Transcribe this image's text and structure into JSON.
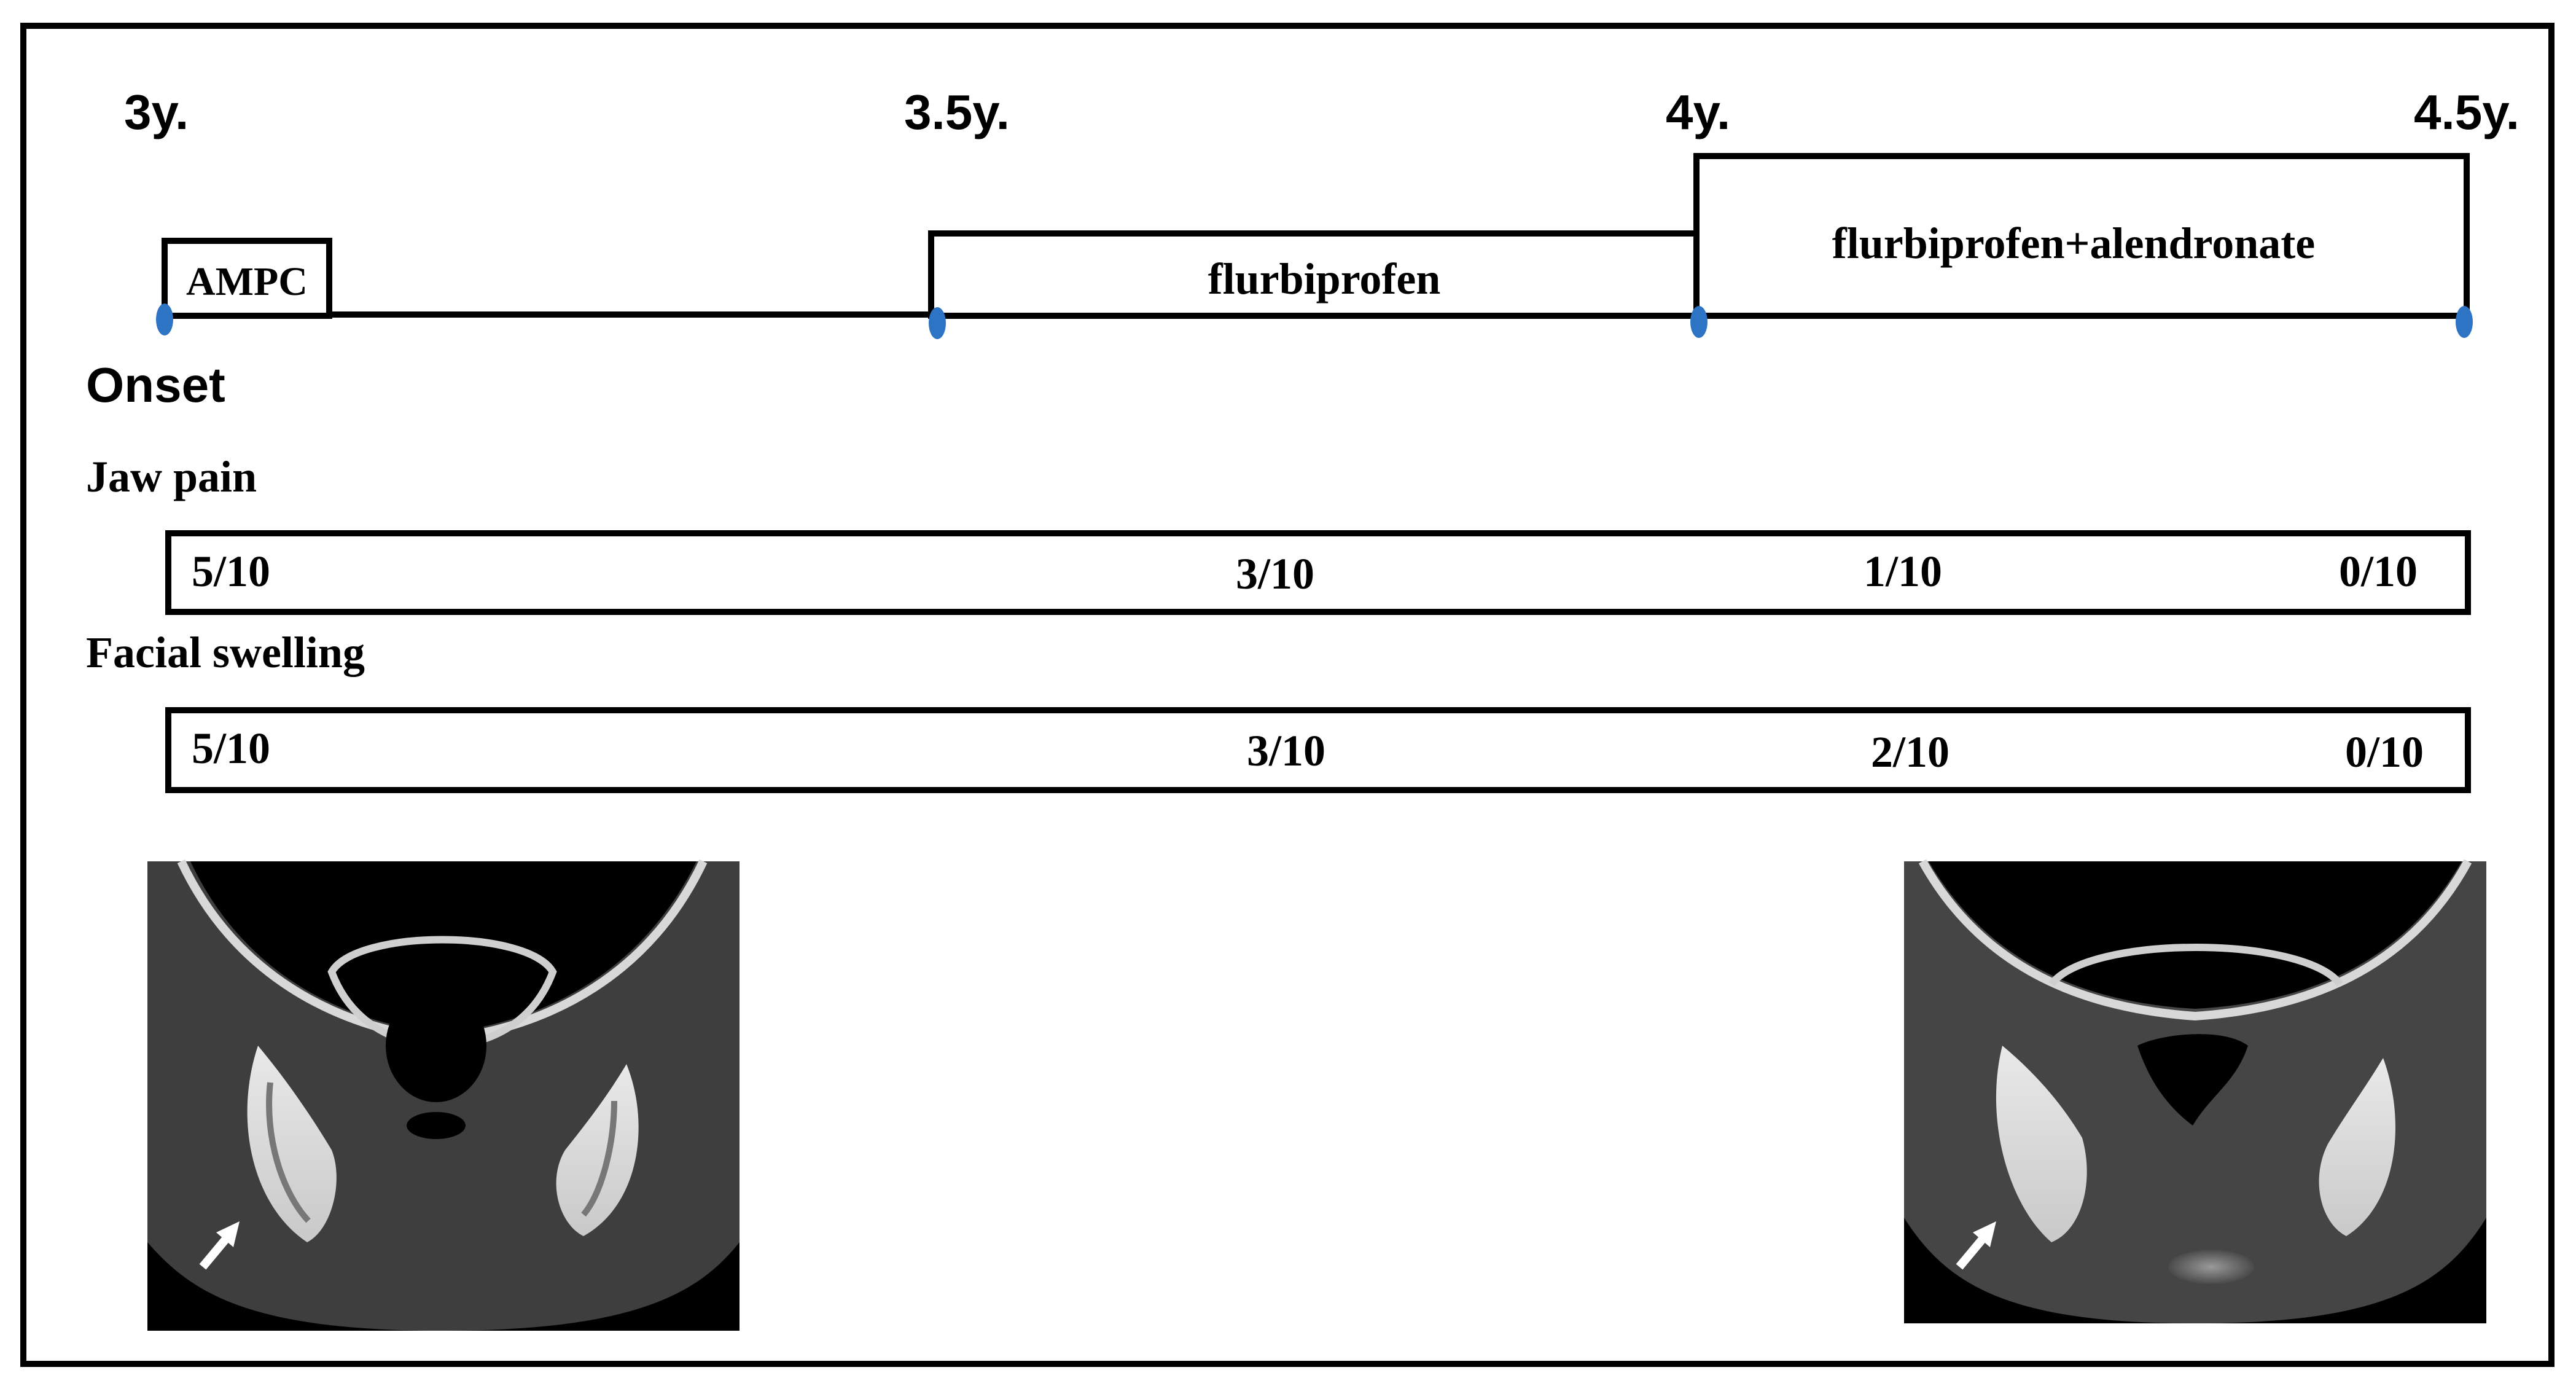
{
  "timeline": {
    "ticks": [
      {
        "label": "3y.",
        "years": 3
      },
      {
        "label": "3.5y.",
        "years": 3.5
      },
      {
        "label": "4y.",
        "years": 4
      },
      {
        "label": "4.5y.",
        "years": 4.5
      }
    ],
    "treatments": [
      {
        "label": "AMPC",
        "start": 3,
        "end": 3.07
      },
      {
        "label": "flurbiprofen",
        "start": 3.5,
        "end": 4
      },
      {
        "label": "flurbiprofen+alendronate",
        "start": 4,
        "end": 4.5
      }
    ],
    "onset_label": "Onset",
    "marker_color": "#2e74c4"
  },
  "scales": [
    {
      "title": "Jaw pain",
      "values": [
        {
          "label": "5/10",
          "years": 3.0
        },
        {
          "label": "3/10",
          "years": 3.72
        },
        {
          "label": "1/10",
          "years": 4.13
        },
        {
          "label": "0/10",
          "years": 4.44
        }
      ]
    },
    {
      "title": "Facial swelling",
      "values": [
        {
          "label": "5/10",
          "years": 3.0
        },
        {
          "label": "3/10",
          "years": 3.73
        },
        {
          "label": "2/10",
          "years": 4.14
        },
        {
          "label": "0/10",
          "years": 4.45
        }
      ]
    }
  ],
  "images": [
    {
      "name": "ct-scan-before",
      "description_icon": "coronal-ct-icon",
      "arrow_icon": "white-arrow-icon"
    },
    {
      "name": "ct-scan-after",
      "description_icon": "coronal-ct-icon",
      "arrow_icon": "white-arrow-icon"
    }
  ]
}
